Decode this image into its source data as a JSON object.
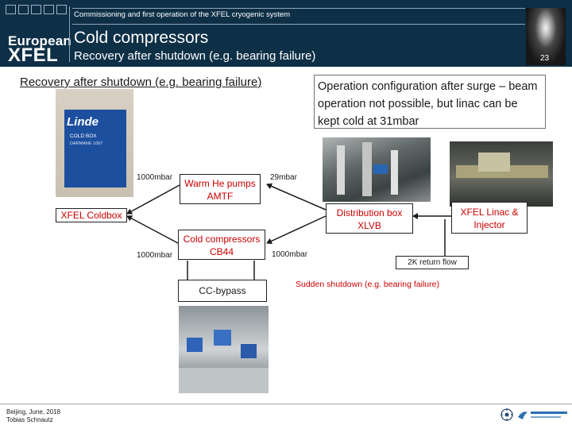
{
  "header": {
    "brand_line1": "European",
    "brand_line2": "XFEL",
    "presentation_title": "Commissioning and first operation of the XFEL cryogenic system",
    "slide_title": "Cold compressors",
    "slide_subtitle": "Recovery after shutdown (e.g. bearing failure)",
    "page_number": "23"
  },
  "content": {
    "heading": "Recovery after shutdown (e.g. bearing failure)",
    "callout": "Operation configuration after surge – beam operation not possible, but linac can be kept cold at 31mbar"
  },
  "photos": {
    "coldbox_brand": "Linde",
    "coldbox_name": "COLD BOX",
    "coldbox_serial": "DARMANE 1067"
  },
  "diagram": {
    "nodes": {
      "coldbox": "XFEL Coldbox",
      "warm_pumps": "Warm He pumps AMTF",
      "cold_compressors": "Cold compressors CB44",
      "cc_bypass": "CC-bypass",
      "distribution_box": "Distribution box XLVB",
      "linac": "XFEL Linac & Injector"
    },
    "labels": {
      "pressure_warm": "1000mbar",
      "pressure_29": "29mbar",
      "pressure_cold_left": "1000mbar",
      "pressure_cold_right": "1000mbar",
      "return_flow": "2K return flow",
      "shutdown_note": "Sudden shutdown (e.g. bearing failure)"
    }
  },
  "footer": {
    "line1": "Beijing, June, 2018",
    "line2": "Tobias Schnautz"
  },
  "colors": {
    "header_bg": "#0e3047",
    "accent_red": "#cc0000",
    "linde_blue": "#1d4f9f"
  }
}
